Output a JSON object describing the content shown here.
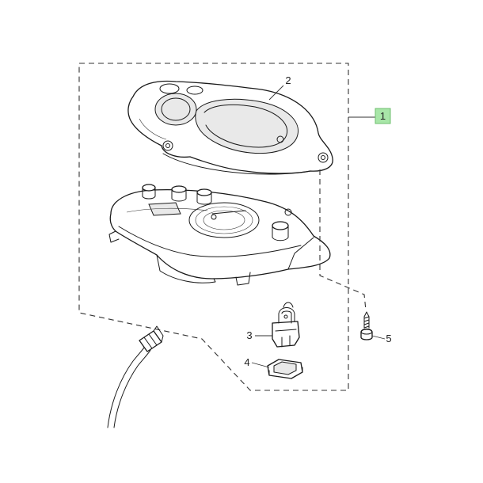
{
  "callouts": {
    "assembly": "1",
    "cover": "2",
    "socket": "3",
    "grommet": "4",
    "screw": "5"
  },
  "colors": {
    "highlight_fill": "#a8e6a8",
    "highlight_stroke": "#6fbf6f",
    "line": "#1a1a1a",
    "background": "#ffffff"
  }
}
